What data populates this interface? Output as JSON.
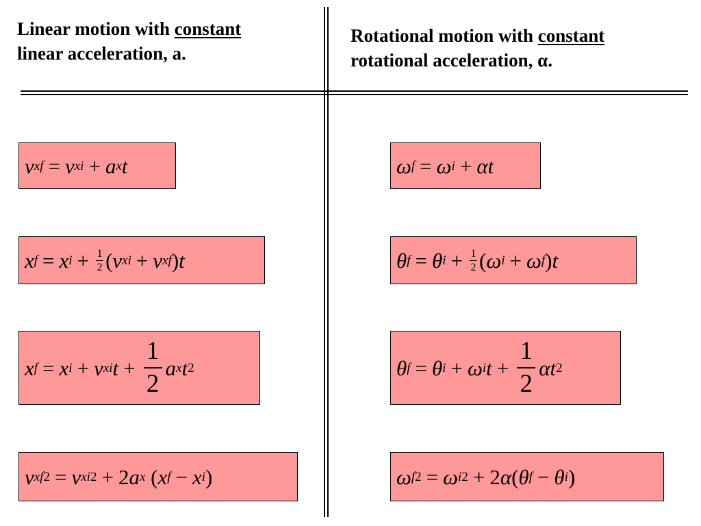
{
  "headings": {
    "left": {
      "before": "Linear motion with ",
      "underlined": "constant",
      "after": "linear acceleration, a."
    },
    "right": {
      "before": "Rotational motion with ",
      "underlined": "constant",
      "after": "rotational acceleration, α."
    }
  },
  "equations": {
    "linear": [
      "v_xf = v_xi + a_x t",
      "x_f = x_i + ½(v_xi + v_xf)t",
      "x_f = x_i + v_xi t + ½ a_x t²",
      "v_xf² = v_xi² + 2a_x(x_f − x_i)"
    ],
    "rotational": [
      "ω_f = ω_i + αt",
      "θ_f = θ_i + ½(ω_i + ω_f)t",
      "θ_f = θ_i + ω_i t + ½ αt²",
      "ω_f² = ω_i² + 2α(θ_f − θ_i)"
    ]
  },
  "colors": {
    "equation_fill": "#ff9999",
    "lines": "#000000"
  }
}
